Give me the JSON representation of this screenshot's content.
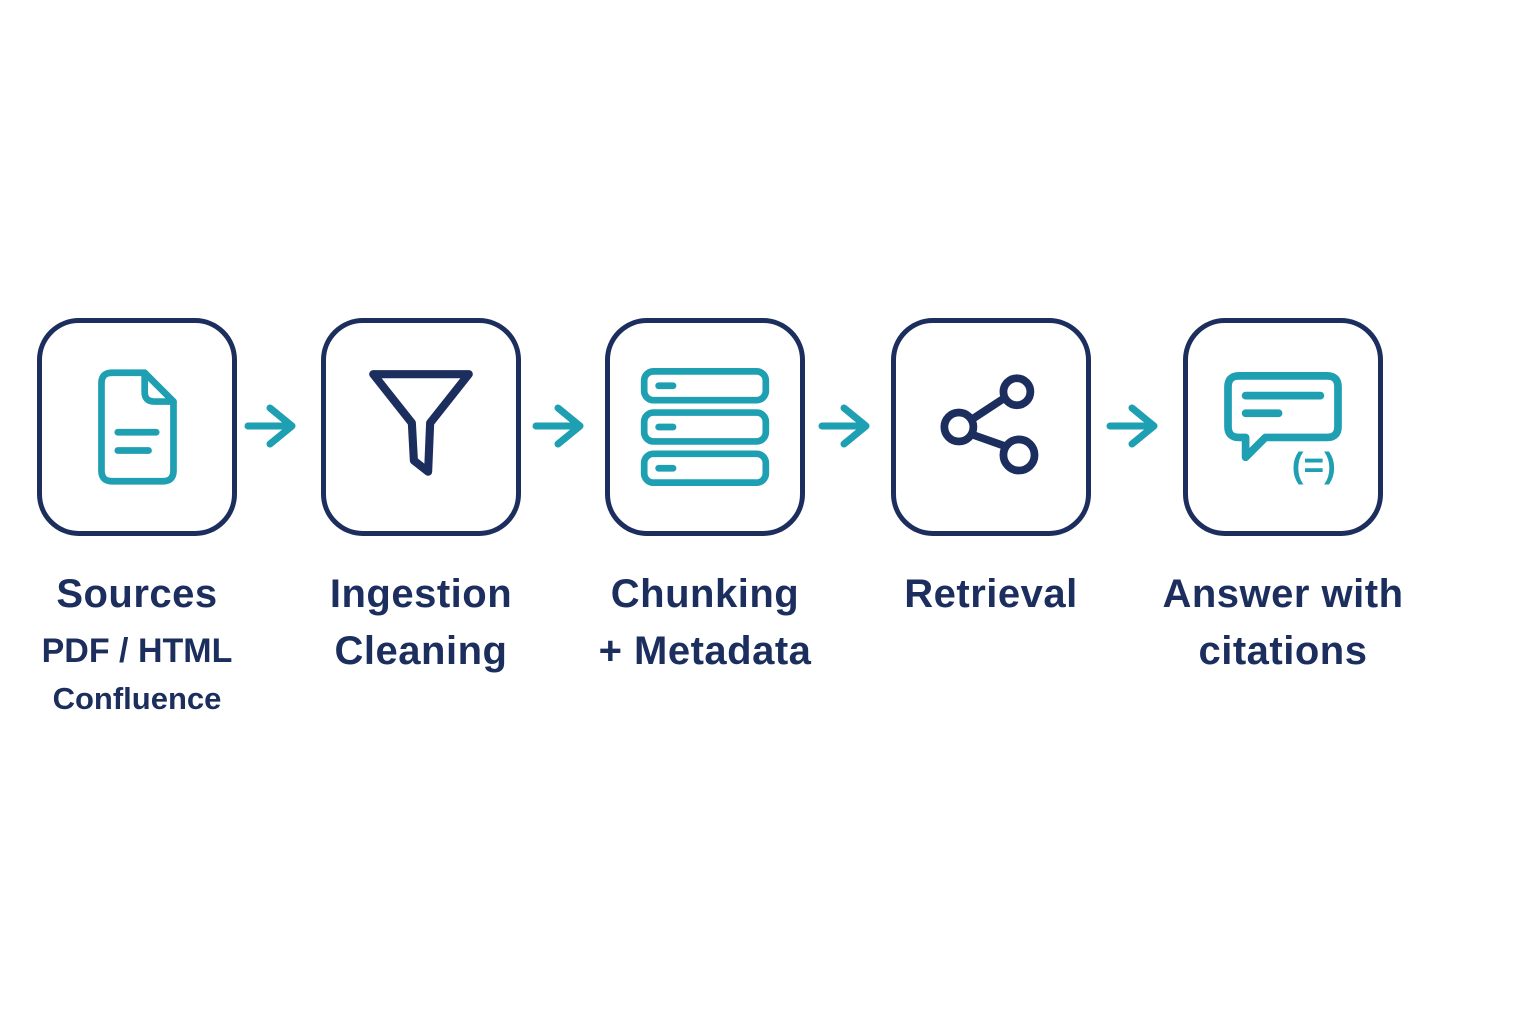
{
  "diagram": {
    "type": "flow",
    "direction": "left-to-right",
    "colors": {
      "navy": "#1c2e5e",
      "teal": "#1f9fb2",
      "background": "#ffffff"
    },
    "arrow": {
      "icon": "arrow-right-icon",
      "color": "#1f9fb2"
    },
    "steps": [
      {
        "name": "sources",
        "icon": "document-icon",
        "label_lines": [
          "Sources"
        ],
        "sub_lines": [
          "PDF / HTML",
          "Confluence"
        ]
      },
      {
        "name": "ingestion-cleaning",
        "icon": "funnel-icon",
        "label_lines": [
          "Ingestion",
          "Cleaning"
        ]
      },
      {
        "name": "chunking-metadata",
        "icon": "stack-icon",
        "label_lines": [
          "Chunking",
          "+ Metadata"
        ]
      },
      {
        "name": "retrieval",
        "icon": "share-icon",
        "label_lines": [
          "Retrieval"
        ]
      },
      {
        "name": "answer-with-citations",
        "icon": "chat-citation-icon",
        "icon_text": "(=)",
        "label_lines": [
          "Answer with",
          "citations"
        ]
      }
    ]
  }
}
